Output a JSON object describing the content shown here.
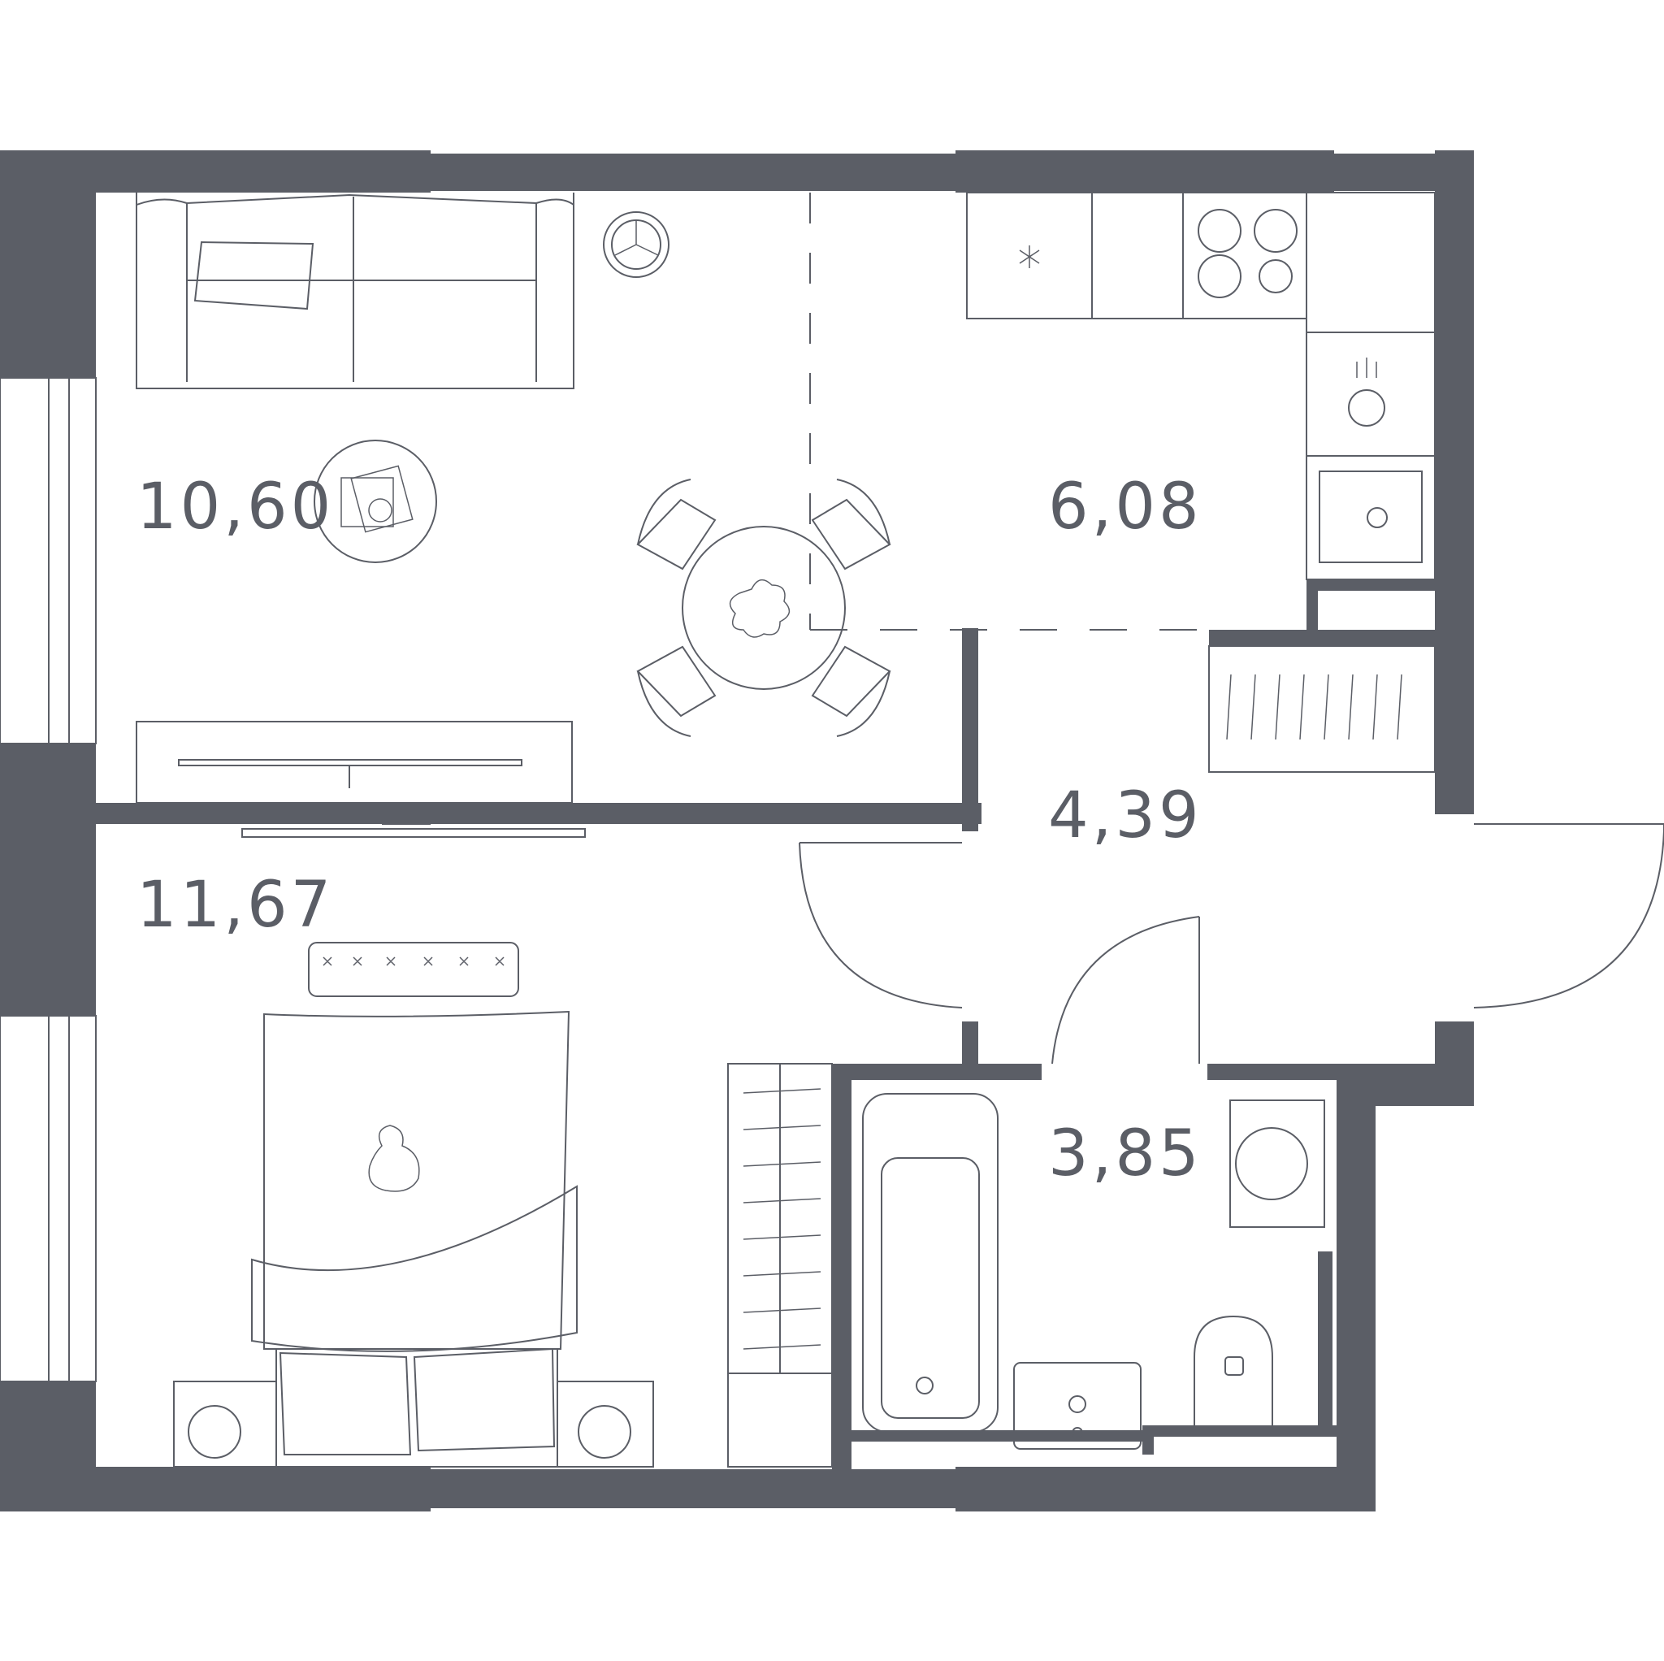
{
  "rooms": [
    {
      "id": "living-room",
      "area": "10,60"
    },
    {
      "id": "kitchen",
      "area": "6,08"
    },
    {
      "id": "hallway",
      "area": "4,39"
    },
    {
      "id": "bedroom",
      "area": "11,67"
    },
    {
      "id": "bathroom",
      "area": "3,85"
    }
  ],
  "colors": {
    "wall": "#5b5e66",
    "line": "#5b5e66",
    "background": "#ffffff"
  }
}
